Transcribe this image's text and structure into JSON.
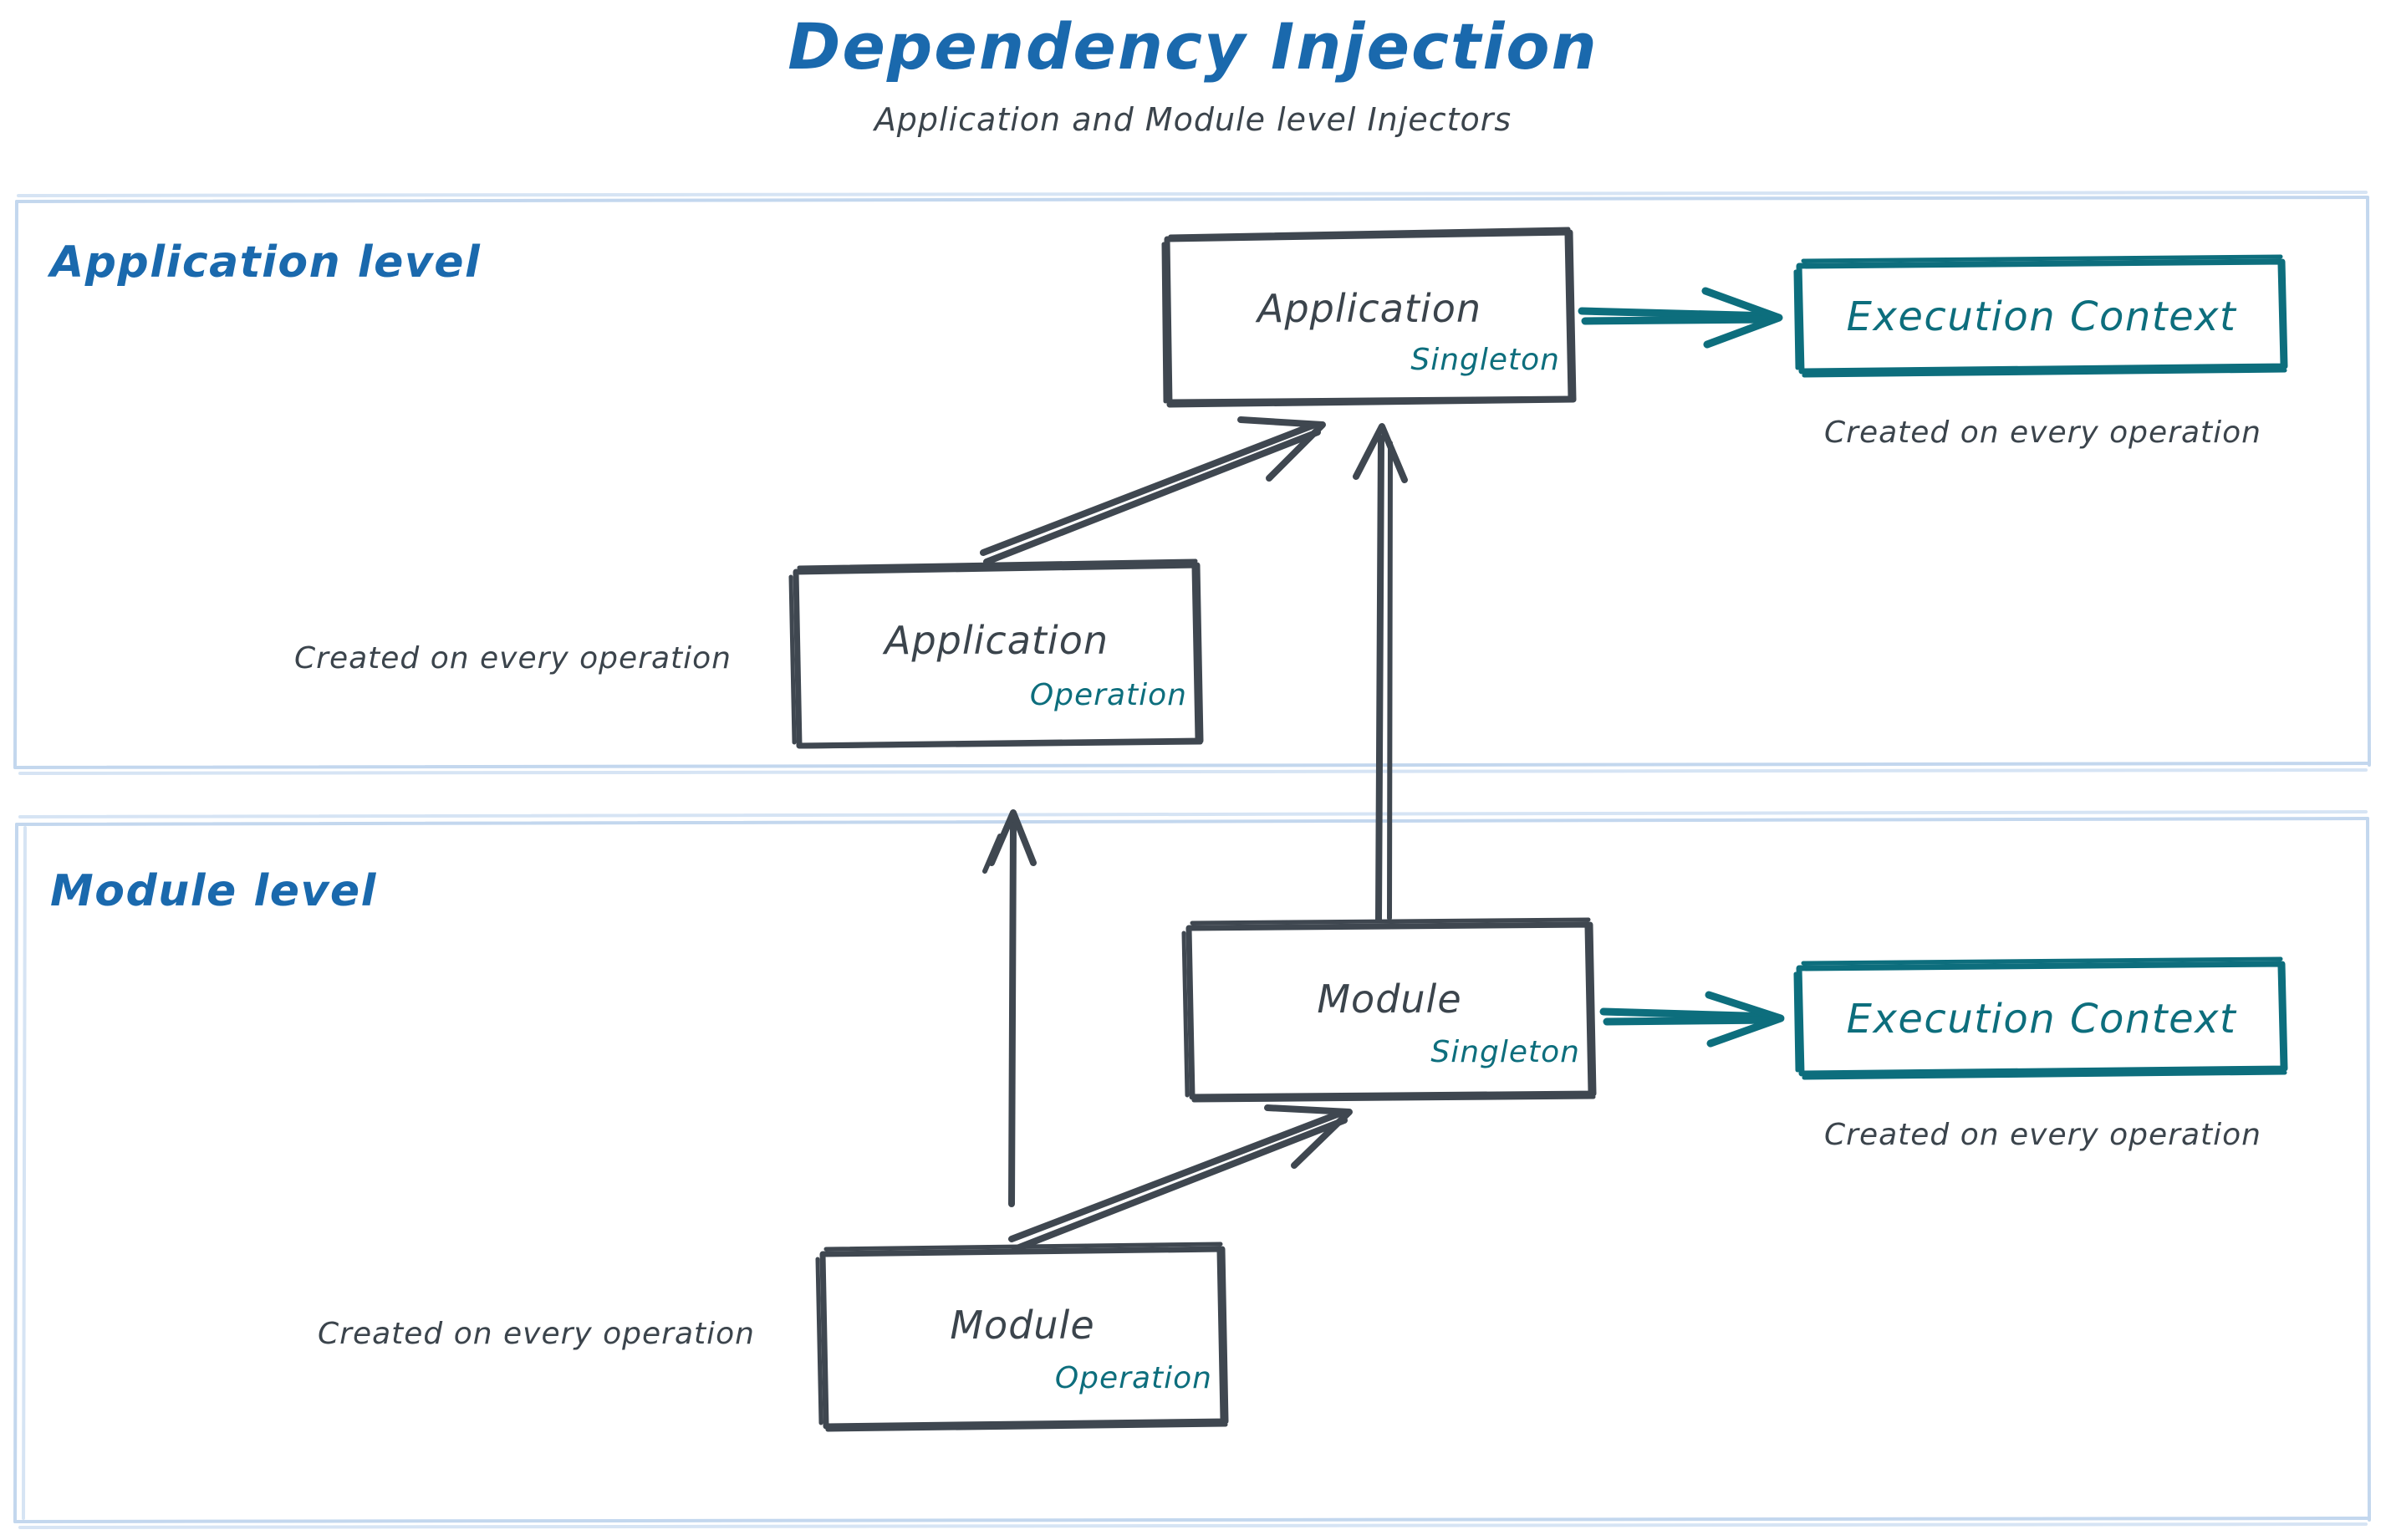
{
  "header": {
    "title": "Dependency Injection",
    "subtitle": "Application and Module level Injectors"
  },
  "colors": {
    "title_blue": "#1a69ad",
    "label_blue": "#1a69ad",
    "ink_gray": "#3b444c",
    "teal": "#0d6e7d",
    "container_border": "#c3d7ee",
    "background": "#ffffff"
  },
  "sections": [
    {
      "id": "application-level",
      "label": "Application level"
    },
    {
      "id": "module-level",
      "label": "Module level"
    }
  ],
  "nodes": [
    {
      "id": "application-singleton",
      "name": "Application",
      "scope": "Singleton",
      "style": "gray-box"
    },
    {
      "id": "application-operation",
      "name": "Application",
      "scope": "Operation",
      "style": "gray-box"
    },
    {
      "id": "execution-context-application",
      "name": "Execution Context",
      "scope": "",
      "style": "teal-box"
    },
    {
      "id": "module-singleton",
      "name": "Module",
      "scope": "Singleton",
      "style": "gray-box"
    },
    {
      "id": "module-operation",
      "name": "Module",
      "scope": "Operation",
      "style": "gray-box"
    },
    {
      "id": "execution-context-module",
      "name": "Execution Context",
      "scope": "",
      "style": "teal-box"
    }
  ],
  "captions": {
    "exec_ctx_application": "Created on every operation",
    "application_operation": "Created on every operation",
    "exec_ctx_module": "Created on every operation",
    "module_operation": "Created on every operation"
  },
  "edges": [
    {
      "id": "application-singleton-to-execution-context",
      "from": "application-singleton",
      "to": "execution-context-application",
      "color": "#0d6e7d"
    },
    {
      "id": "application-operation-to-application-singleton",
      "from": "application-operation",
      "to": "application-singleton",
      "color": "#3b444c"
    },
    {
      "id": "module-singleton-to-application-singleton",
      "from": "module-singleton",
      "to": "application-singleton",
      "color": "#3b444c"
    },
    {
      "id": "module-operation-to-application-operation",
      "from": "module-operation",
      "to": "application-operation",
      "color": "#3b444c"
    },
    {
      "id": "module-operation-to-module-singleton",
      "from": "module-operation",
      "to": "module-singleton",
      "color": "#3b444c"
    },
    {
      "id": "module-singleton-to-execution-context",
      "from": "module-singleton",
      "to": "execution-context-module",
      "color": "#0d6e7d"
    }
  ]
}
